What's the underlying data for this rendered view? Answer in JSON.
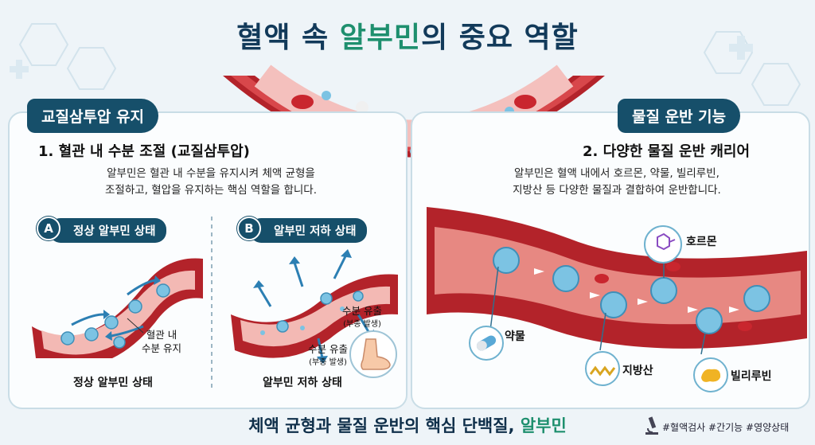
{
  "title": {
    "part1": "혈액 속 ",
    "highlight": "알부민",
    "part2": "의 중요 역할"
  },
  "left_panel": {
    "tag": "교질삼투압 유지",
    "subtitle": "1. 혈관 내 수분 조절 (교질삼투압)",
    "desc_line1": "알부민은 혈관 내 수분을 유지시켜 체액 균형을",
    "desc_line2": "조절하고, 혈압을 유지하는 핵심 역할을 합니다.",
    "case_a": {
      "badge": "A",
      "label": "정상 알부민 상태",
      "annotation_line1": "혈관 내",
      "annotation_line2": "수분 유지",
      "caption": "정상 알부민 상태"
    },
    "case_b": {
      "badge": "B",
      "label": "알부민 저하 상태",
      "leak1_line1": "수분 유출",
      "leak1_line2": "(부종 발생)",
      "leak2_line1": "수분 유출",
      "leak2_line2": "(부종 발생)",
      "caption": "알부민 저하 상태"
    }
  },
  "right_panel": {
    "tag": "물질 운반 기능",
    "subtitle": "2. 다양한 물질 운반 캐리어",
    "desc_line1": "알부민은 혈액 내에서 호르몬, 약물, 빌리루빈,",
    "desc_line2": "지방산 등 다양한 물질과 결합하여 운반합니다.",
    "labels": {
      "hormone": "호르몬",
      "drug": "약물",
      "fatty_acid": "지방산",
      "bilirubin": "빌리루빈"
    }
  },
  "footer": {
    "text": "체액 균형과 물질 운반의 핵심 단백질, ",
    "highlight": "알부민"
  },
  "hashtags": "#혈액검사 #간기능 #영양상태",
  "colors": {
    "navy": "#164f6a",
    "green": "#1e8f6e",
    "vessel": "#c62a2f",
    "albumin": "#7cc3e3"
  }
}
